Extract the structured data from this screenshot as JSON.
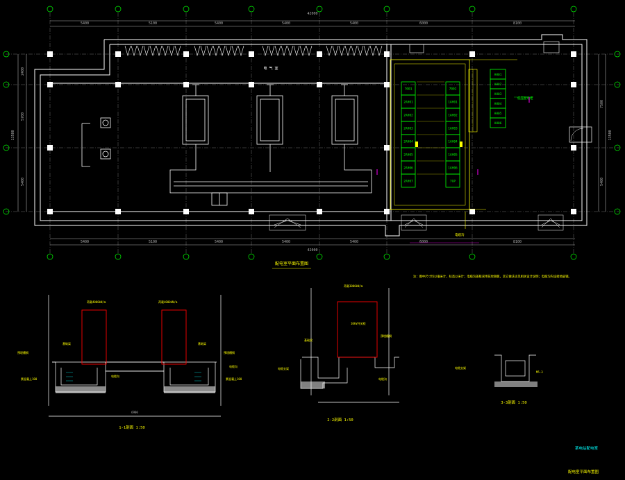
{
  "colors": {
    "background": "#000000",
    "wall": "#ffffff",
    "axis": "#8a8a8a",
    "grid_bubble": "#00ff00",
    "dimension": "#b0b0b0",
    "cabinet": "#00ff00",
    "cable_tray": "#ffff00",
    "transformer": "#ff0000",
    "annotation": "#ffff00",
    "caption": "#ffff00",
    "title_block": "#00ffff",
    "highlight": "#ff00ff"
  },
  "plan": {
    "overall_dim_top": "42000",
    "overall_dim_bottom": "42000",
    "bay_dims_top": [
      "5400",
      "5100",
      "5400",
      "5400",
      "5400",
      "6000",
      "8100"
    ],
    "bay_dims_bottom": [
      "5400",
      "5100",
      "5400",
      "5400",
      "5400",
      "6000",
      "8100"
    ],
    "side_dims_left": [
      "2400",
      "5700",
      "5400"
    ],
    "side_dims_right": [
      "7500",
      "5400"
    ],
    "side_total_left": "13500",
    "side_total_right": "13500",
    "room_label": "电 气 室",
    "panels_row_a": [
      "7001",
      "2AH01",
      "2AH02",
      "2AH03",
      "2AH04",
      "2AH05",
      "2AH06",
      "2AH07"
    ],
    "panels_row_b": [
      "7002",
      "1AH01",
      "1AH02",
      "1AH03",
      "1AH04",
      "1AH05",
      "1AH06",
      "7GP"
    ],
    "panels_row_c": [
      "AH01",
      "AH02",
      "AH03",
      "AH04",
      "AH05",
      "AH06"
    ],
    "equipment_note": "低压配电柜",
    "cable_note": "电缆沟",
    "caption": "配电室平面布置图"
  },
  "note": "注：图中尺寸均以毫米计，标高以米计；电缆沟盖板采用花纹钢板，其它做法详见相关设计说明；电缆沟内设接地扁钢。",
  "sections": {
    "s1": {
      "caption": "1-1剖面 1:50",
      "width_dim": "6900",
      "load_labels": [
        "荷载4000kN/m",
        "荷载4000kN/m"
      ],
      "callouts": [
        "基础梁",
        "基础梁",
        "预埋槽钢",
        "预埋槽钢",
        "电缆沟",
        "电缆沟",
        "素混凝土100",
        "素混凝土100"
      ]
    },
    "s2": {
      "caption": "2-2剖面 1:50",
      "load_label": "荷载3000kN/m",
      "box_label": "10kV开关柜",
      "callouts": [
        "基础梁",
        "预埋槽钢",
        "电缆支架",
        "电缆沟"
      ]
    },
    "s3": {
      "caption": "3-3剖面 1:50",
      "callouts": [
        "电缆支架",
        "M5-3"
      ]
    }
  },
  "title_block": {
    "project": "某电站配电室",
    "drawing": "配电室平面布置图"
  }
}
